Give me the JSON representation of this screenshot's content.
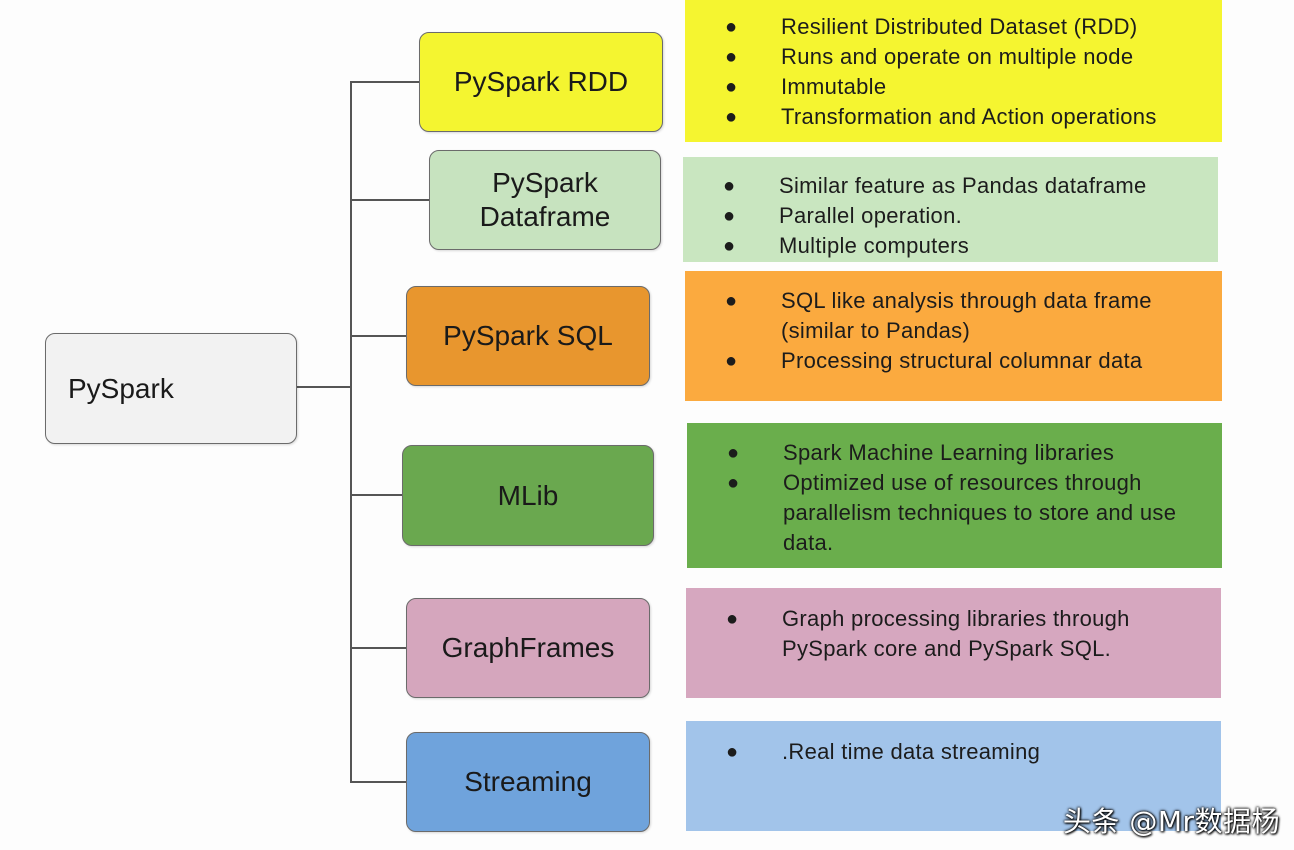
{
  "root": {
    "label": "PySpark",
    "color": "#f2f2f2"
  },
  "components": [
    {
      "key": "rdd",
      "label": "PySpark RDD",
      "color": "#f4f530",
      "desc_color": "#f5f530",
      "bullets": [
        "Resilient Distributed Dataset (RDD)",
        "Runs and operate on multiple node",
        "Immutable",
        "Transformation and Action operations"
      ]
    },
    {
      "key": "dataframe",
      "label": "PySpark Dataframe",
      "label_lines": [
        "PySpark",
        "Dataframe"
      ],
      "color": "#c7e3bf",
      "desc_color": "#c9e6c0",
      "bullets": [
        "Similar feature as Pandas dataframe",
        "Parallel operation.",
        "Multiple computers"
      ]
    },
    {
      "key": "sql",
      "label": "PySpark SQL",
      "color": "#e8962e",
      "desc_color": "#fbaa3f",
      "bullets": [
        "SQL like analysis through data frame (similar to Pandas)",
        "Processing structural columnar data"
      ]
    },
    {
      "key": "mlib",
      "label": "MLib",
      "color": "#6aa84f",
      "desc_color": "#6aae4c",
      "bullets": [
        "Spark Machine Learning libraries",
        "Optimized use of resources through parallelism techniques to store and use data."
      ]
    },
    {
      "key": "graphframes",
      "label": "GraphFrames",
      "color": "#d5a6bd",
      "desc_color": "#d6a7bf",
      "bullets": [
        "Graph processing libraries through PySpark core and PySpark SQL."
      ]
    },
    {
      "key": "streaming",
      "label": "Streaming",
      "color": "#6fa3dc",
      "desc_color": "#a2c4ea",
      "bullets": [
        ".Real time data streaming"
      ]
    }
  ],
  "bullet_symbol": "●",
  "watermark": "头条 @Mr数据杨"
}
